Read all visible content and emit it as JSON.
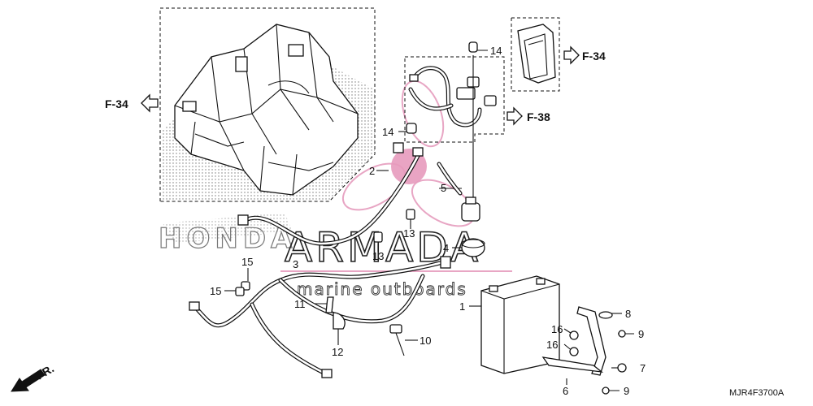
{
  "watermark": {
    "brand": "ARMADA",
    "tagline": "marine outboards",
    "maker": "HONDA",
    "colors": {
      "logo_pink": "#e8a6c4",
      "logo_pink_fill": "#e79abd"
    }
  },
  "references": {
    "f34_left": "F-34",
    "f34_right": "F-34",
    "f38": "F-38",
    "front": "FR."
  },
  "parts": {
    "p1": "1",
    "p2": "2",
    "p3": "3",
    "p4": "4",
    "p5": "5",
    "p6": "6",
    "p7": "7",
    "p8": "8",
    "p9a": "9",
    "p9b": "9",
    "p10": "10",
    "p11": "11",
    "p12": "12",
    "p13a": "13",
    "p13b": "13",
    "p14a": "14",
    "p14b": "14",
    "p15a": "15",
    "p15b": "15",
    "p16a": "16",
    "p16b": "16"
  },
  "diagram_code": "MJR4F3700A"
}
